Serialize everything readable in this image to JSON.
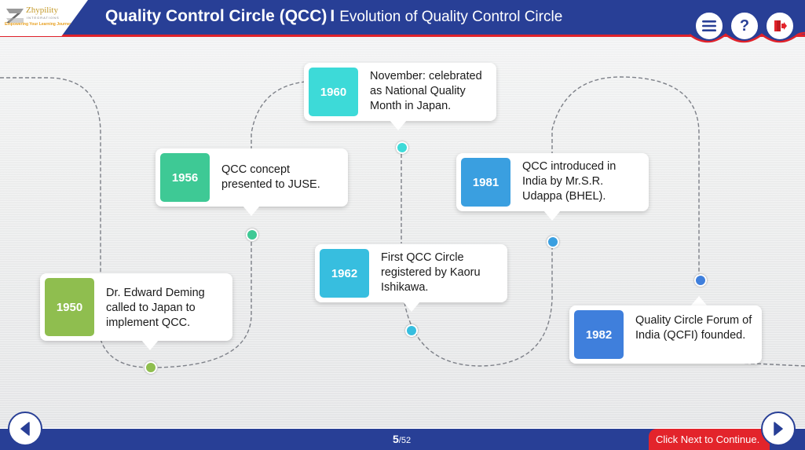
{
  "logo": {
    "name": "Zhypility",
    "subtitle": "INTEGRATIONS",
    "tagline": "Empowering Your Learning Journey"
  },
  "header": {
    "title": "Quality Control Circle (QCC)",
    "separator": "I",
    "subtitle": "Evolution of Quality Control Circle"
  },
  "top_buttons": [
    {
      "name": "menu",
      "icon": "menu-icon"
    },
    {
      "name": "help",
      "icon": "question-icon"
    },
    {
      "name": "exit",
      "icon": "exit-door-icon"
    }
  ],
  "timeline": [
    {
      "year": "1950",
      "text": "Dr. Edward Deming called to Japan to implement QCC.",
      "color": "#8fbe4f"
    },
    {
      "year": "1956",
      "text": "QCC concept presented to JUSE.",
      "color": "#3ec995"
    },
    {
      "year": "1960",
      "text": "November: celebrated as National Quality Month in Japan.",
      "color": "#3ddad8"
    },
    {
      "year": "1962",
      "text": "First QCC Circle registered by Kaoru Ishikawa.",
      "color": "#37bedf"
    },
    {
      "year": "1981",
      "text": "QCC introduced in India by Mr.S.R. Udappa (BHEL).",
      "color": "#3a9fe0"
    },
    {
      "year": "1982",
      "text": "Quality Circle Forum of India (QCFI) founded.",
      "color": "#3f7fdc"
    }
  ],
  "footer": {
    "page_current": "5",
    "page_total": "/52",
    "continue_label": "Click Next to Continue."
  },
  "colors": {
    "brand_blue": "#283f96",
    "accent_red": "#e3242b"
  }
}
